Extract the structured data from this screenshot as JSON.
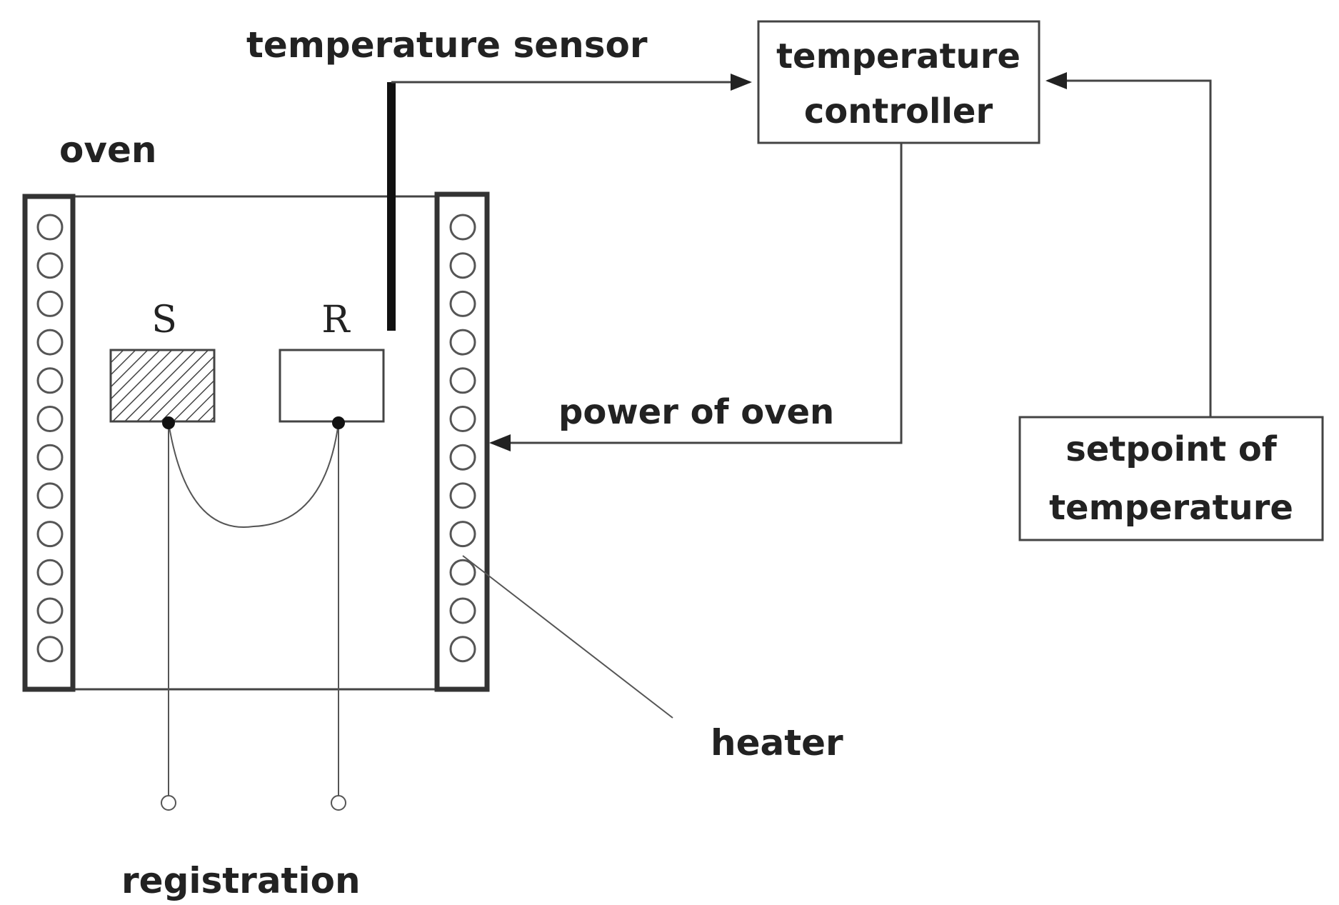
{
  "labels": {
    "oven": "oven",
    "temperature_sensor": "temperature sensor",
    "controller_line1": "temperature",
    "controller_line2": "controller",
    "power_of_oven": "power of oven",
    "setpoint_line1": "setpoint of",
    "setpoint_line2": "temperature",
    "heater": "heater",
    "registration": "registration",
    "sample": "S",
    "reference": "R"
  }
}
